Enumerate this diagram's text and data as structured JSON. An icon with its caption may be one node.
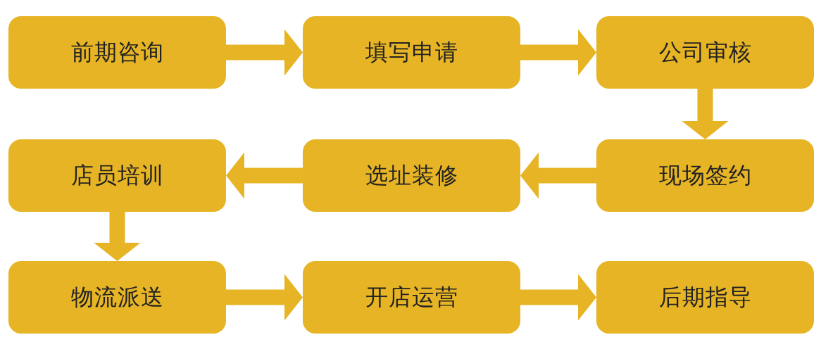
{
  "diagram": {
    "nodes": [
      {
        "text": [
          "前期咨询"
        ]
      },
      {
        "text": [
          "填写申请"
        ]
      },
      {
        "text": [
          "公司审核"
        ]
      },
      {
        "text": [
          "店员培训"
        ]
      },
      {
        "text": [
          "选址装修"
        ]
      },
      {
        "text": [
          "现场签约"
        ]
      },
      {
        "text": [
          "物流派送"
        ]
      },
      {
        "text": [
          "开店运营"
        ]
      },
      {
        "text": [
          "后期指导"
        ]
      }
    ],
    "edges": [
      {
        "from": 0,
        "to": 1,
        "arrow": "to"
      },
      {
        "from": 1,
        "to": 2,
        "arrow": "to"
      },
      {
        "from": 2,
        "to": 5,
        "arrow": "to"
      },
      {
        "from": 5,
        "to": 4,
        "arrow": "to"
      },
      {
        "from": 4,
        "to": 3,
        "arrow": "to"
      },
      {
        "from": 3,
        "to": 6,
        "arrow": "to"
      },
      {
        "from": 6,
        "to": 7,
        "arrow": "to"
      },
      {
        "from": 7,
        "to": 8,
        "arrow": "to"
      }
    ]
  }
}
